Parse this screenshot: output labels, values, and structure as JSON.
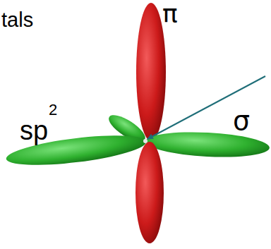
{
  "diagram": {
    "labels": [
      "tals",
      "π",
      "sp",
      "2",
      "σ"
    ]
  }
}
